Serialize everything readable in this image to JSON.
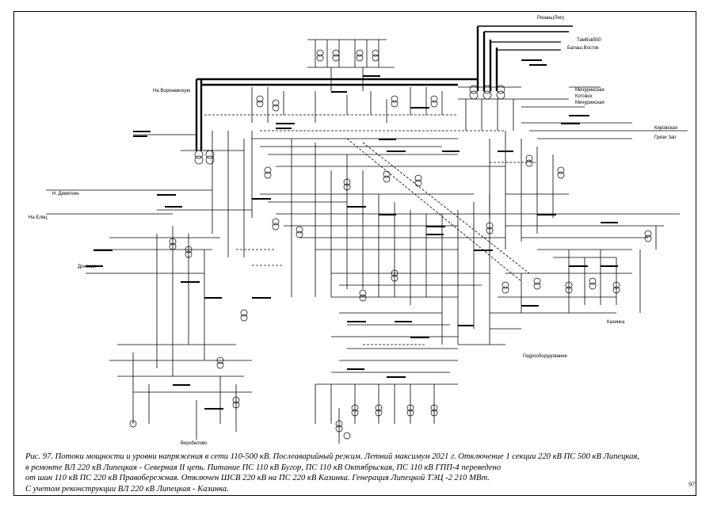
{
  "directions": {
    "ryazan": "Рязань(Лип)",
    "tambov": "Тамбов500",
    "balashov": "Балаш.Восток",
    "michurinsk1": "Мичуринская",
    "kotovsk": "Котовск",
    "michurinsk2": "Мичуринская",
    "kirovskaya": "Кировская",
    "gryazi": "Грязи Зап",
    "voronezh": "На Воронежскую",
    "deviatiny": "Н. Девяткин",
    "elets": "На Елец",
    "donskaya": "Донская",
    "kazinka": "Казинка",
    "gidrooborud": "Гидрооборудование",
    "verhbelovo": "Верхбелово"
  },
  "caption": {
    "line1": "Рис. 97. Потоки мощности и уровни напряжения в сети 110-500 кВ. Послеаварийный режим. Летний максимум 2021 г. Отключение 1 секции 220 кВ ПС 500 кВ Липецкая,",
    "line2": "в ремонте ВЛ 220 кВ Липецкая - Северная  II  цепь. Питание ПС 110 кВ Бугор, ПС 110 кВ Октябрьская, ПС 110 кВ ГПП-4  переведено",
    "line3": "от шин 110 кВ ПС 220 кВ Правобережная. Отключен ШСВ 220 кВ на ПС 220 кВ Казинка. Генерация Липецкой ТЭЦ -2 210 МВт.",
    "line4": "С учетом реконструкции ВЛ 220 кВ Липецкая - Казинка."
  },
  "page_number": "97"
}
